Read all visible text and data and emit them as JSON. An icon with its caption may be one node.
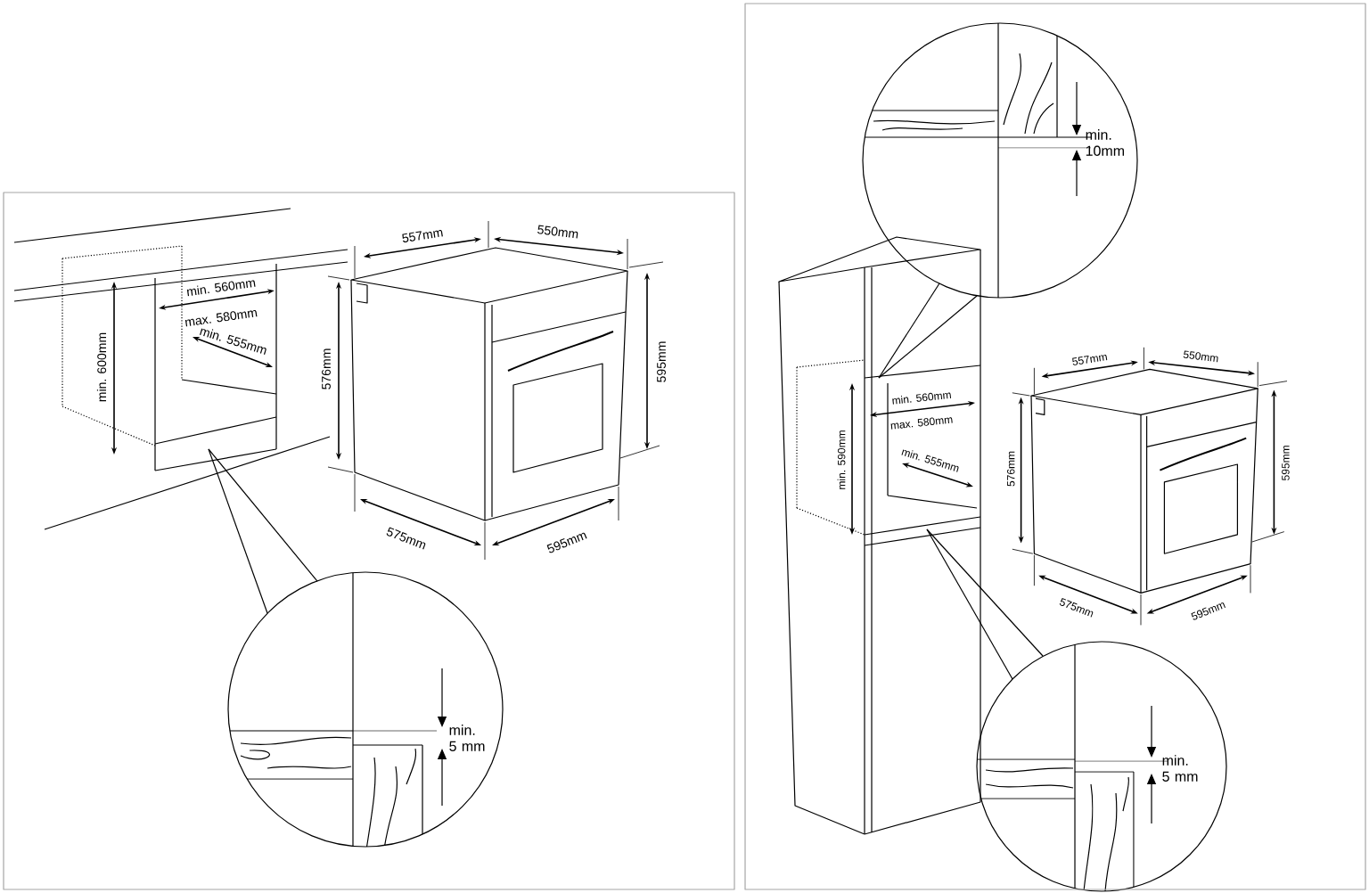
{
  "diagram": {
    "labels": [
      "557mm",
      "550mm",
      "min. 560mm",
      "max. 580mm",
      "min. 555mm",
      "min. 600mm",
      "576mm",
      "595mm",
      "575mm",
      "595mm",
      "min. 5 mm",
      "min. 10mm",
      "min. 560mm",
      "max. 580mm",
      "min. 590mm",
      "min. 555mm",
      "557mm",
      "550mm",
      "576mm",
      "595mm",
      "575mm",
      "595mm",
      "min. 5 mm"
    ]
  }
}
